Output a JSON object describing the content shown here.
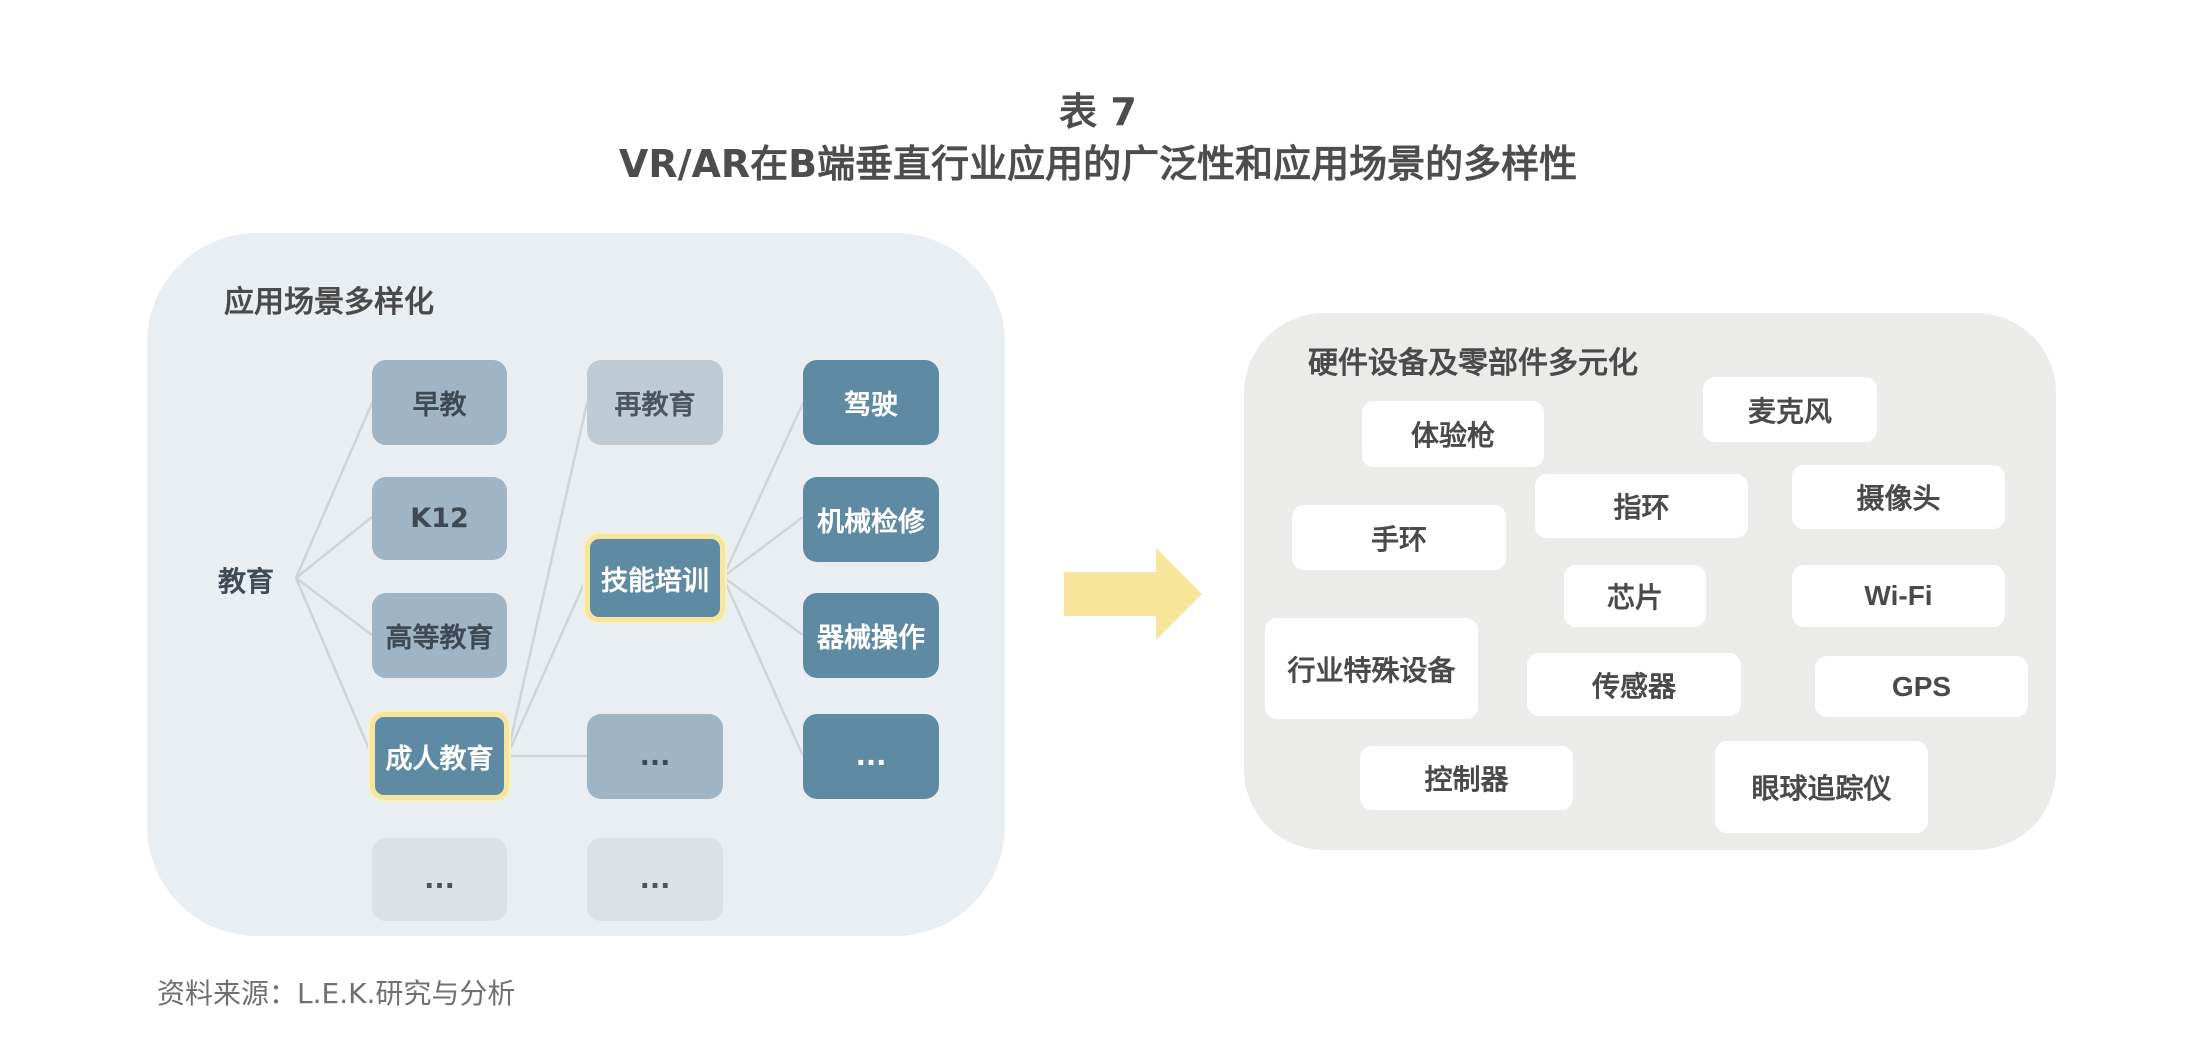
{
  "title": {
    "line1": "表 7",
    "line2": "VR/AR在B端垂直行业应用的广泛性和应用场景的多样性"
  },
  "left_panel": {
    "heading": "应用场景多样化",
    "root": "教育",
    "col1": [
      "早教",
      "K12",
      "高等教育",
      "成人教育",
      "..."
    ],
    "col2": [
      "再教育",
      "技能培训",
      "...",
      "..."
    ],
    "col3": [
      "驾驶",
      "机械检修",
      "器械操作",
      "..."
    ]
  },
  "right_panel": {
    "heading": "硬件设备及零部件多元化",
    "tags": [
      "体验枪",
      "麦克风",
      "手环",
      "指环",
      "摄像头",
      "芯片",
      "Wi-Fi",
      "行业特殊设备",
      "传感器",
      "GPS",
      "控制器",
      "眼球追踪仪"
    ]
  },
  "source": "资料来源：L.E.K.研究与分析",
  "colors": {
    "left_panel_bg": "#e9eef2",
    "right_panel_bg": "#ebebea",
    "node_light": "#9fb4c4",
    "node_dark": "#5f8aa3",
    "highlight_border": "#f4e6a0",
    "arrow": "#f7e59c"
  }
}
